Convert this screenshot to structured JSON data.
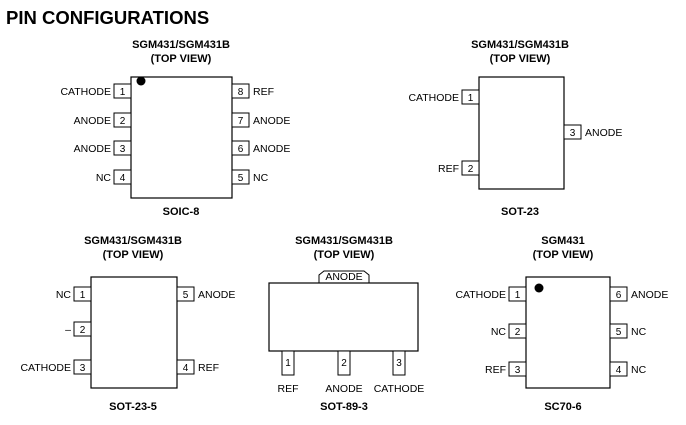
{
  "page_title": "PIN CONFIGURATIONS",
  "packages": [
    {
      "id": "soic8",
      "header": [
        "SGM431/SGM431B",
        "(TOP VIEW)"
      ],
      "caption": "SOIC-8",
      "dot": true,
      "left_pins": [
        {
          "num": "1",
          "label": "CATHODE"
        },
        {
          "num": "2",
          "label": "ANODE"
        },
        {
          "num": "3",
          "label": "ANODE"
        },
        {
          "num": "4",
          "label": "NC"
        }
      ],
      "right_pins": [
        {
          "num": "8",
          "label": "REF"
        },
        {
          "num": "7",
          "label": "ANODE"
        },
        {
          "num": "6",
          "label": "ANODE"
        },
        {
          "num": "5",
          "label": "NC"
        }
      ]
    },
    {
      "id": "sot23",
      "header": [
        "SGM431/SGM431B",
        "(TOP VIEW)"
      ],
      "caption": "SOT-23",
      "dot": false,
      "left_pins": [
        {
          "num": "1",
          "label": "CATHODE"
        },
        {
          "num": "2",
          "label": "REF"
        }
      ],
      "right_pins": [
        {
          "num": "3",
          "label": "ANODE"
        }
      ]
    },
    {
      "id": "sot235",
      "header": [
        "SGM431/SGM431B",
        "(TOP VIEW)"
      ],
      "caption": "SOT-23-5",
      "dot": false,
      "left_pins": [
        {
          "num": "1",
          "label": "NC"
        },
        {
          "num": "2",
          "label": "–"
        },
        {
          "num": "3",
          "label": "CATHODE"
        }
      ],
      "right_pins": [
        {
          "num": "5",
          "label": "ANODE"
        },
        {
          "num": "4",
          "label": "REF"
        }
      ]
    },
    {
      "id": "sot893",
      "header": [
        "SGM431/SGM431B",
        "(TOP VIEW)"
      ],
      "caption": "SOT-89-3",
      "tab_label": "ANODE",
      "bottom_pins": [
        {
          "num": "1",
          "label": "REF"
        },
        {
          "num": "2",
          "label": "ANODE"
        },
        {
          "num": "3",
          "label": "CATHODE"
        }
      ]
    },
    {
      "id": "sc706",
      "header": [
        "SGM431",
        "(TOP VIEW)"
      ],
      "caption": "SC70-6",
      "dot": true,
      "left_pins": [
        {
          "num": "1",
          "label": "CATHODE"
        },
        {
          "num": "2",
          "label": "NC"
        },
        {
          "num": "3",
          "label": "REF"
        }
      ],
      "right_pins": [
        {
          "num": "6",
          "label": "ANODE"
        },
        {
          "num": "5",
          "label": "NC"
        },
        {
          "num": "4",
          "label": "NC"
        }
      ]
    }
  ]
}
